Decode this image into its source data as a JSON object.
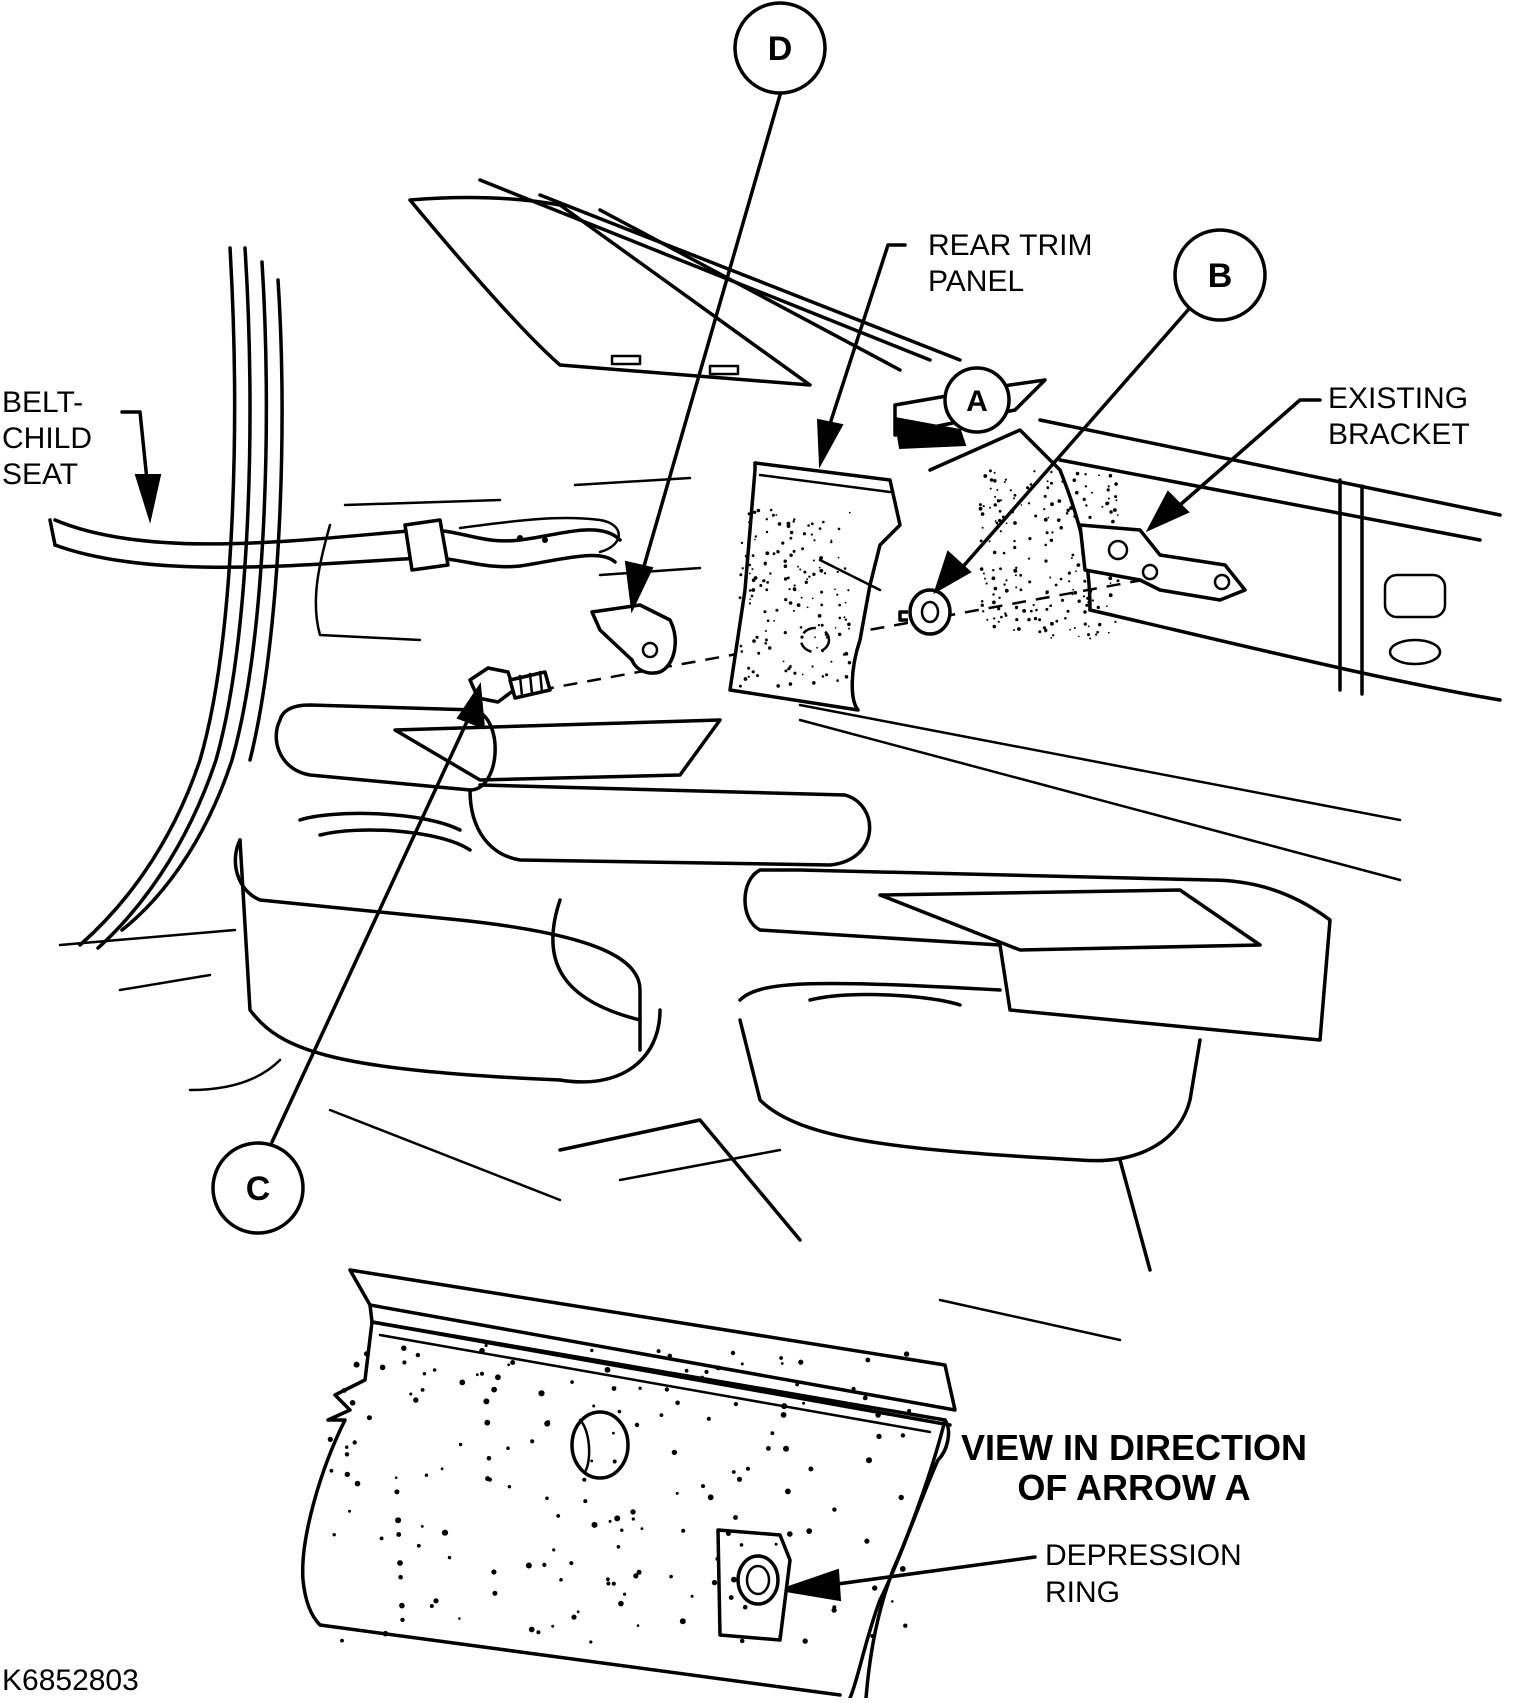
{
  "labels": {
    "belt": [
      "BELT-",
      "CHILD",
      "SEAT"
    ],
    "rear_trim": [
      "REAR TRIM",
      "PANEL"
    ],
    "existing_bracket": [
      "EXISTING",
      "BRACKET"
    ],
    "depression_ring": [
      "DEPRESSION",
      "RING"
    ]
  },
  "callouts": {
    "a": "A",
    "b": "B",
    "c": "C",
    "d": "D"
  },
  "view_title": [
    "VIEW IN DIRECTION",
    "OF ARROW A"
  ],
  "figure_id": "K6852803"
}
